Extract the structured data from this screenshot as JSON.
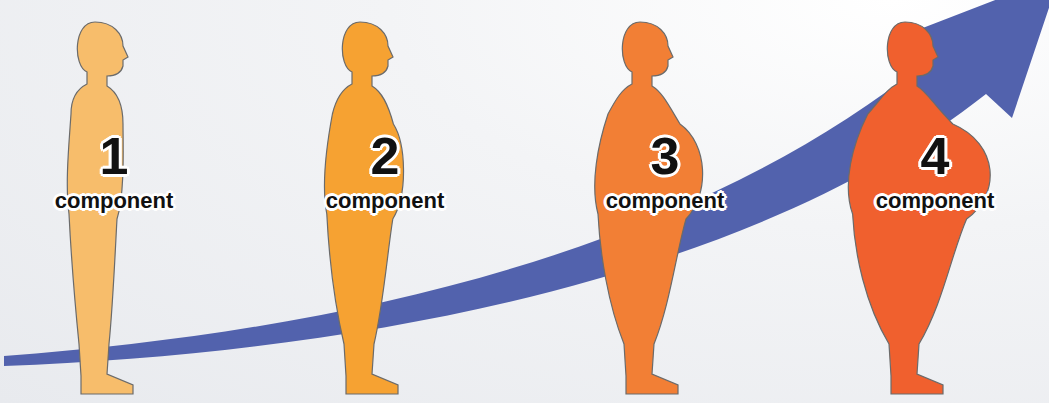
{
  "diagram": {
    "nodes": [
      {
        "text": [
          "1",
          "component"
        ]
      },
      {
        "text": [
          "2",
          "component"
        ]
      },
      {
        "text": [
          "3",
          "component"
        ]
      },
      {
        "text": [
          "4",
          "component"
        ]
      }
    ]
  }
}
